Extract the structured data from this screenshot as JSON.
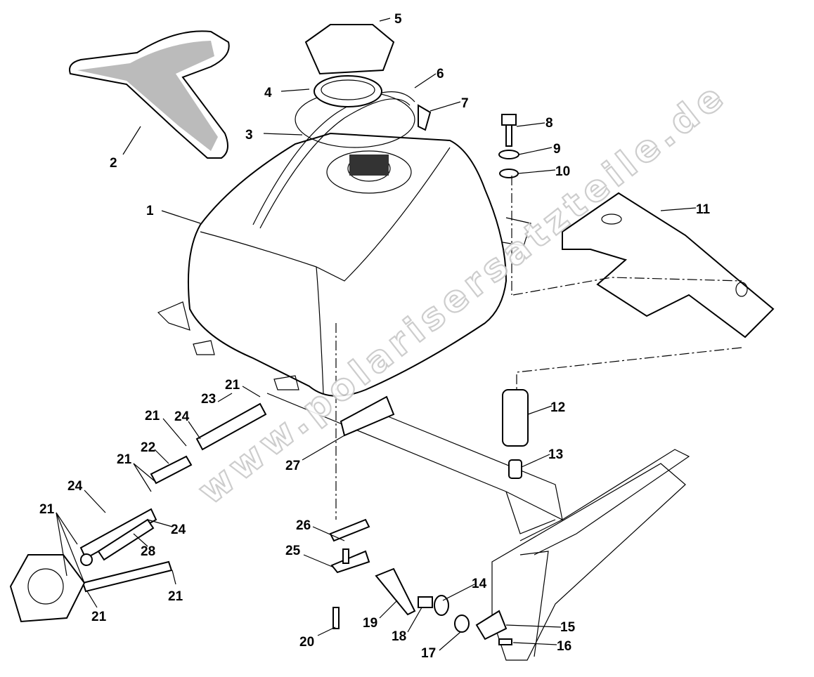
{
  "watermark": "www.polarisersatzteile.de",
  "callouts": [
    "1",
    "2",
    "3",
    "4",
    "5",
    "6",
    "7",
    "8",
    "9",
    "10",
    "11",
    "12",
    "13",
    "14",
    "15",
    "16",
    "17",
    "18",
    "19",
    "20",
    "21",
    "21",
    "21",
    "21",
    "21",
    "21",
    "22",
    "23",
    "24",
    "24",
    "24",
    "25",
    "26",
    "27",
    "28"
  ]
}
